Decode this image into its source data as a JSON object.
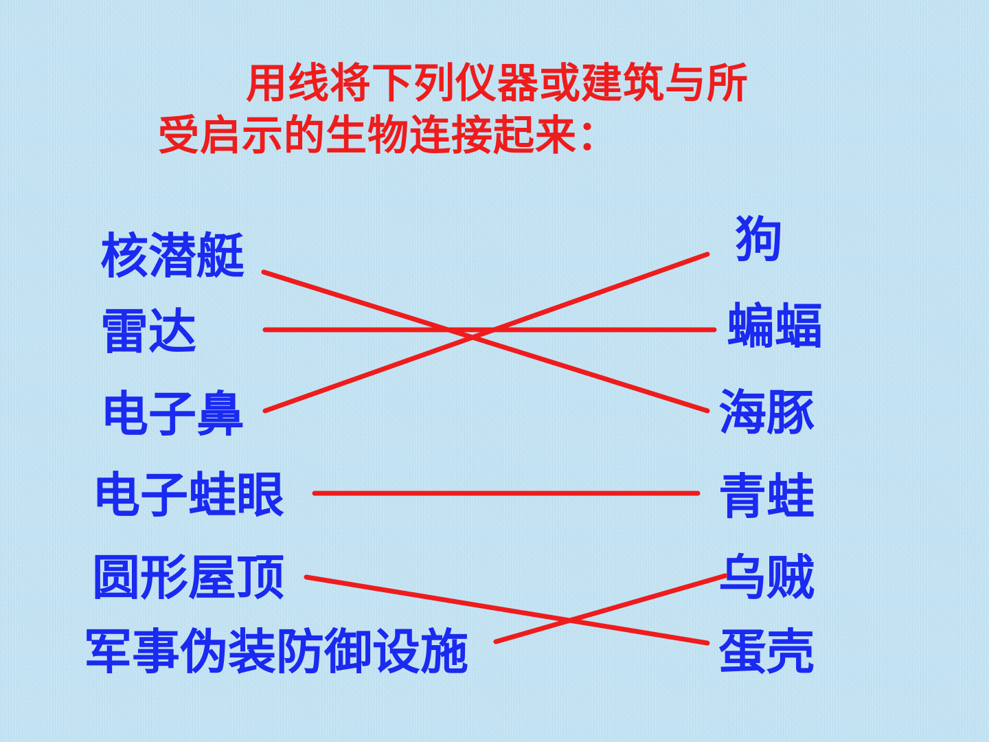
{
  "title": {
    "line1": "用线将下列仪器或建筑与所",
    "line2": "受启示的生物连接起来："
  },
  "instruments": [
    "核潜艇",
    "雷达",
    "电子鼻",
    "电子蛙眼",
    "圆形屋顶",
    "军事伪装防御设施"
  ],
  "organisms": [
    "狗",
    "蝙蝠",
    "海豚",
    "青蛙",
    "乌贼",
    "蛋壳"
  ],
  "connections": [
    {
      "from": "核潜艇",
      "to": "海豚"
    },
    {
      "from": "雷达",
      "to": "蝙蝠"
    },
    {
      "from": "电子鼻",
      "to": "狗"
    },
    {
      "from": "电子蛙眼",
      "to": "青蛙"
    },
    {
      "from": "圆形屋顶",
      "to": "蛋壳"
    },
    {
      "from": "军事伪装防御设施",
      "to": "乌贼"
    }
  ],
  "colors": {
    "background": "#c2e2f2",
    "title": "#ee1c1c",
    "items": "#1a2af0",
    "lines": "#ee1c1c"
  }
}
